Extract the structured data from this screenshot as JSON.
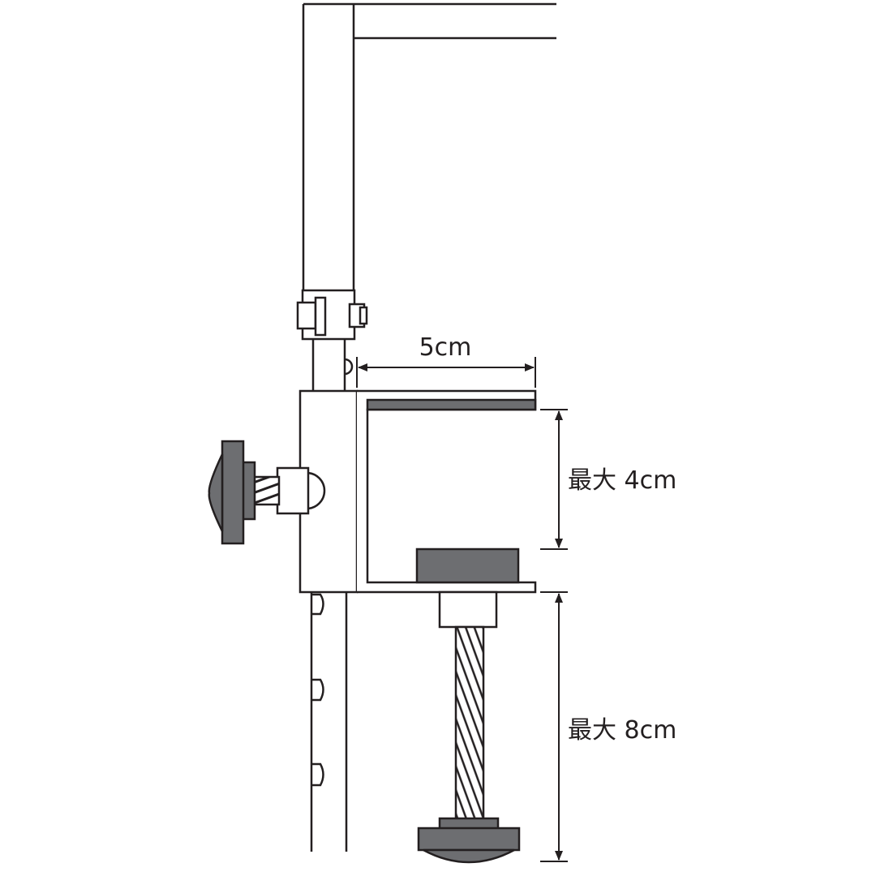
{
  "dimensions": {
    "jaw_depth": "5cm",
    "jaw_opening_max": "最大 4cm",
    "screw_extension_max": "最大 8cm"
  },
  "colors": {
    "line": "#231f20",
    "knob": "#6d6e71",
    "pad": "#6d6e71",
    "background": "#ffffff"
  }
}
